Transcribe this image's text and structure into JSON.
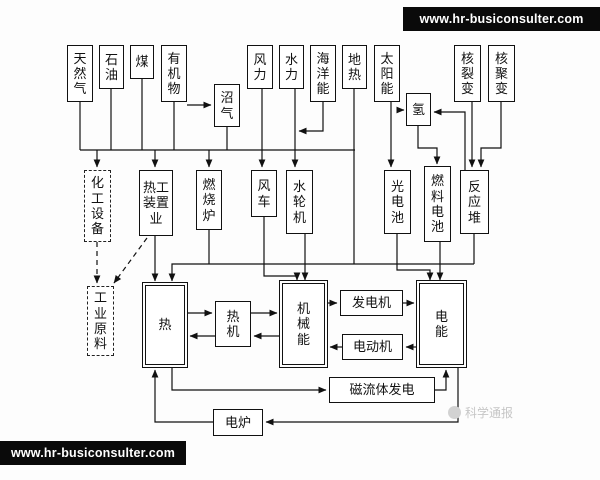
{
  "watermarks": {
    "top_banner": "www.hr-busiconsulter.com",
    "bottom_banner": "www.hr-busiconsulter.com",
    "journal_logo": "科学通报"
  },
  "nodes": {
    "natural_gas": "天然气",
    "petroleum": "石油",
    "coal": "煤",
    "organic": "有机物",
    "biogas": "沼气",
    "wind": "风力",
    "water": "水力",
    "ocean": "海洋能",
    "geothermal": "地热",
    "solar": "太阳能",
    "hydrogen": "氢",
    "fission": "核裂变",
    "fusion": "核聚变",
    "chemical_equipment": "化工设备",
    "thermal_device": "热工装置业",
    "furnace": "燃烧炉",
    "windmill": "风车",
    "water_turbine": "水轮机",
    "photocell": "光电池",
    "fuel_cell": "燃料电池",
    "reactor": "反应堆",
    "industrial_material": "工业原料",
    "heat": "热",
    "heat_engine": "热机",
    "mechanical_energy": "机械能",
    "generator": "发电机",
    "electric_motor": "电动机",
    "mhd_generation": "磁流体发电",
    "electric_energy": "电能",
    "electric_furnace": "电炉"
  },
  "colors": {
    "banner_bg": "#0a0a0a",
    "banner_text": "#ffffff",
    "line": "#111111",
    "box_bg": "#ffffff",
    "journal_gray": "#c6c6c6"
  }
}
